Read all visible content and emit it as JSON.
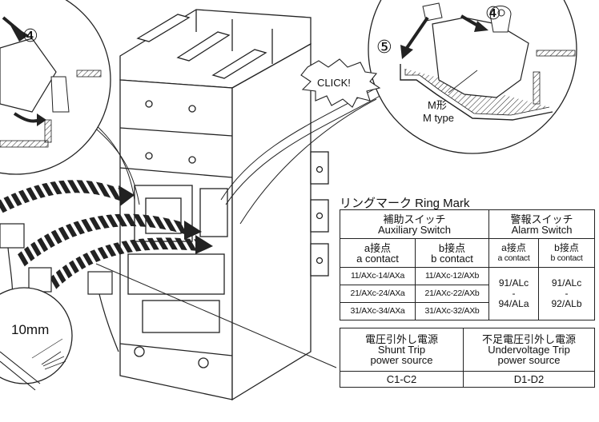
{
  "callouts": {
    "step4_left": "④",
    "step4_right": "④",
    "step5": "⑤",
    "click": "CLICK!",
    "m_type_jp": "M形",
    "m_type_en": "M type",
    "strip_length": "10mm"
  },
  "ring_mark": {
    "title": "リングマーク Ring Mark",
    "aux_header_jp": "補助スイッチ",
    "aux_header_en": "Auxiliary Switch",
    "alarm_header_jp": "警報スイッチ",
    "alarm_header_en": "Alarm Switch",
    "a_contact_jp": "a接点",
    "a_contact_en": "a contact",
    "b_contact_jp": "b接点",
    "b_contact_en": "b contact",
    "aux_rows": [
      {
        "a": "11/AXc-14/AXa",
        "b": "11/AXc-12/AXb"
      },
      {
        "a": "21/AXc-24/AXa",
        "b": "21/AXc-22/AXb"
      },
      {
        "a": "31/AXc-34/AXa",
        "b": "31/AXc-32/AXb"
      }
    ],
    "alarm_a": [
      "91/ALc",
      "-",
      "94/ALa"
    ],
    "alarm_b": [
      "91/ALc",
      "-",
      "92/ALb"
    ]
  },
  "trip_power": {
    "shunt_jp": "電圧引外し電源",
    "shunt_en1": "Shunt Trip",
    "shunt_en2": "power source",
    "shunt_value": "C1-C2",
    "uv_jp": "不足電圧引外し電源",
    "uv_en1": "Undervoltage Trip",
    "uv_en2": "power source",
    "uv_value": "D1-D2"
  }
}
